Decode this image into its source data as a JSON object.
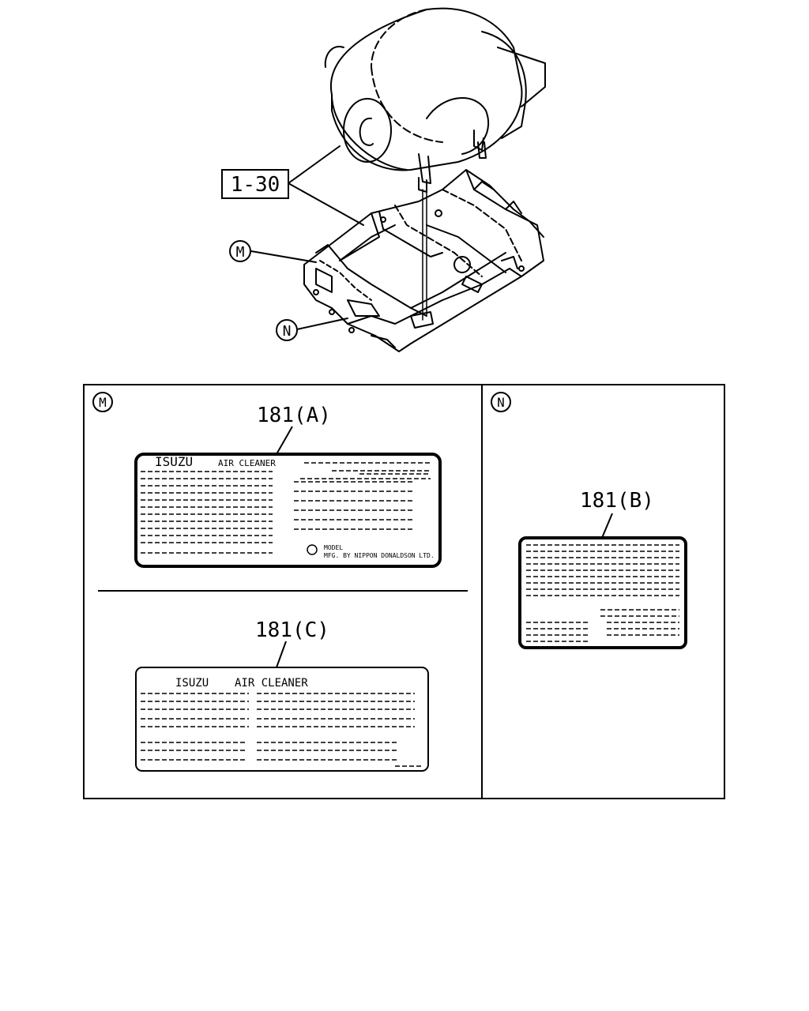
{
  "callouts": {
    "part_ref": "1-30",
    "detail_m": "M",
    "detail_n": "N"
  },
  "details": {
    "m": {
      "letter": "M",
      "label_a": {
        "part_no": "181(A)",
        "brand": "ISUZU",
        "product": "AIR CLEANER",
        "model": "MODEL",
        "maker": "MFG. BY NIPPON DONALDSON LTD."
      },
      "label_c": {
        "part_no": "181(C)",
        "brand": "ISUZU",
        "product": "AIR CLEANER"
      }
    },
    "n": {
      "letter": "N",
      "label_b": {
        "part_no": "181(B)"
      }
    }
  },
  "colors": {
    "ink": "#000000",
    "paper": "#ffffff"
  }
}
